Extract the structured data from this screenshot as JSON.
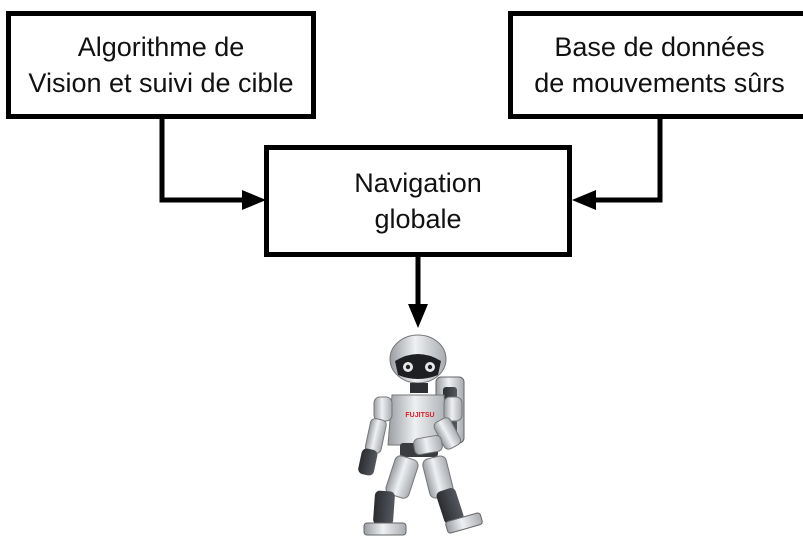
{
  "nodes": {
    "vision": {
      "line1": "Algorithme de",
      "line2": "Vision et suivi de cible"
    },
    "base": {
      "line1": "Base de données",
      "line2": "de mouvements sûrs"
    },
    "navigation": {
      "line1": "Navigation",
      "line2": "globale"
    }
  },
  "edges": [
    {
      "from": "vision",
      "to": "navigation"
    },
    {
      "from": "base",
      "to": "navigation"
    },
    {
      "from": "navigation",
      "to": "robot"
    }
  ],
  "robot": {
    "chest_logo": "FUJITSU",
    "logo_color": "#d4202a"
  }
}
